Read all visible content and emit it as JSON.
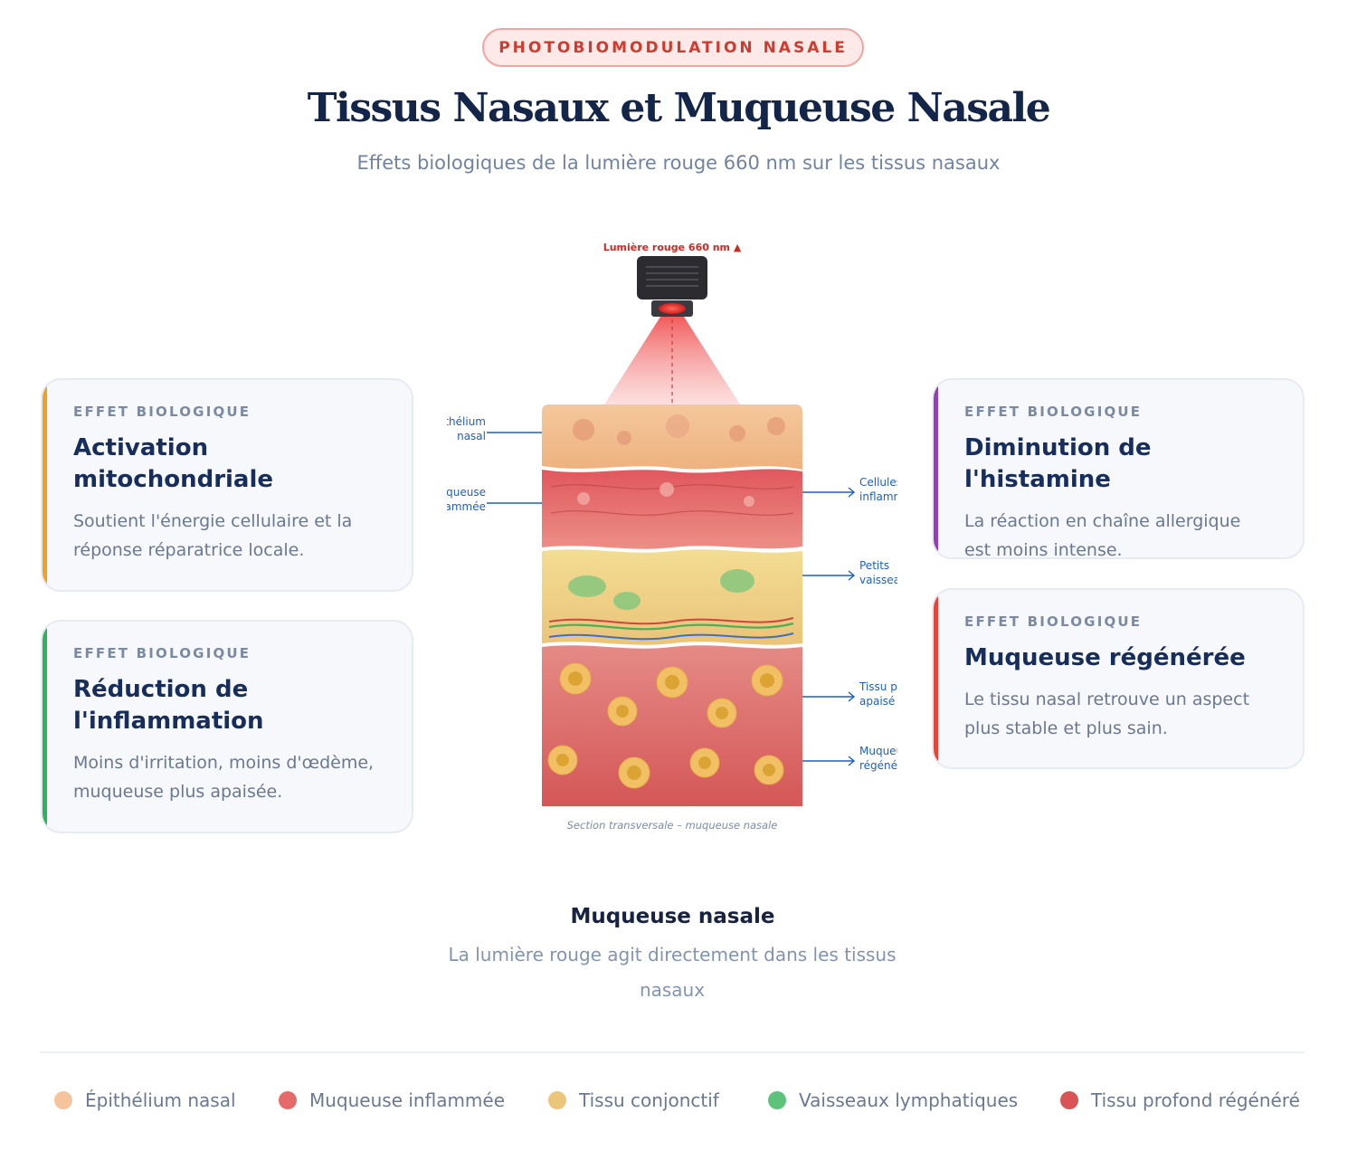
{
  "header": {
    "badge": "PHOTOBIOMODULATION NASALE",
    "title": "Tissus Nasaux et Muqueuse Nasale",
    "subtitle": "Effets biologiques de la lumière rouge 660 nm sur les tissus nasaux"
  },
  "cards": [
    {
      "eyebrow": "EFFET BIOLOGIQUE",
      "title": "Activation mitochondriale",
      "desc": "Soutient l'énergie cellulaire et la réponse réparatrice locale.",
      "accent": "#f2a01f"
    },
    {
      "eyebrow": "EFFET BIOLOGIQUE",
      "title": "Réduction de l'inflammation",
      "desc": "Moins d'irritation, moins d'œdème, muqueuse plus apaisée.",
      "accent": "#2db35b"
    },
    {
      "eyebrow": "EFFET BIOLOGIQUE",
      "title": "Diminution de l'histamine",
      "desc": "La réaction en chaîne allergique est moins intense.",
      "accent": "#8e44ad"
    },
    {
      "eyebrow": "EFFET BIOLOGIQUE",
      "title": "Muqueuse régénérée",
      "desc": "Le tissu nasal retrouve un aspect plus stable et plus sain.",
      "accent": "#e5463a"
    }
  ],
  "diagram": {
    "light_label": "Lumière rouge 660 nm ▲",
    "caption": "Section transversale – muqueuse nasale",
    "left_labels": [
      {
        "line1": "Épithélium",
        "line2": "nasal"
      },
      {
        "line1": "Muqueuse",
        "line2": "inflammée"
      }
    ],
    "right_labels": [
      {
        "line1": "Cellules",
        "line2": "inflammatoires"
      },
      {
        "line1": "Petits",
        "line2": "vaisseaux"
      },
      {
        "line1": "Tissu profond",
        "line2": "apaisé"
      },
      {
        "line1": "Muqueuse",
        "line2": "régénérée"
      }
    ],
    "colors": {
      "epithelium": "#f0bd8f",
      "mucosa": "#e46f6f",
      "connective": "#ecc97d",
      "lymph": "#6cc07a",
      "deep": "#d9585a",
      "labels": "#1f5fbf"
    }
  },
  "bottom": {
    "title": "Muqueuse nasale",
    "desc": "La lumière rouge agit directement dans les tissus nasaux"
  },
  "legend": [
    {
      "label": "Épithélium nasal",
      "color": "#f5c39c"
    },
    {
      "label": "Muqueuse inflammée",
      "color": "#e56b6b"
    },
    {
      "label": "Tissu conjonctif",
      "color": "#ebc679"
    },
    {
      "label": "Vaisseaux lymphatiques",
      "color": "#5cc47a"
    },
    {
      "label": "Tissu profond régénéré",
      "color": "#d95454"
    }
  ]
}
